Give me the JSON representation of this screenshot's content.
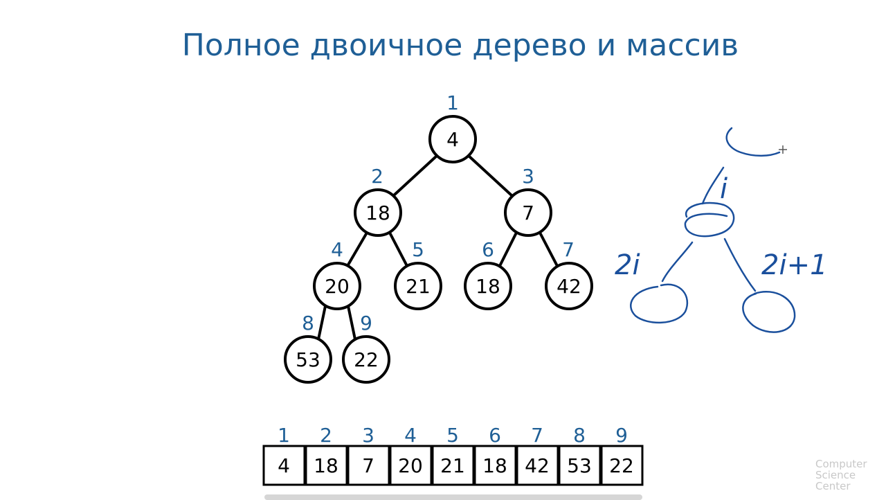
{
  "title": "Полное двоичное дерево и массив",
  "tree": {
    "nodes": [
      {
        "index": "1",
        "value": "4"
      },
      {
        "index": "2",
        "value": "18"
      },
      {
        "index": "3",
        "value": "7"
      },
      {
        "index": "4",
        "value": "20"
      },
      {
        "index": "5",
        "value": "21"
      },
      {
        "index": "6",
        "value": "18"
      },
      {
        "index": "7",
        "value": "42"
      },
      {
        "index": "8",
        "value": "53"
      },
      {
        "index": "9",
        "value": "22"
      }
    ]
  },
  "array": {
    "indices": [
      "1",
      "2",
      "3",
      "4",
      "5",
      "6",
      "7",
      "8",
      "9"
    ],
    "values": [
      "4",
      "18",
      "7",
      "20",
      "21",
      "18",
      "42",
      "53",
      "22"
    ]
  },
  "sketch": {
    "parent_label": "i",
    "left_child_label": "2i",
    "right_child_label": "2i+1"
  },
  "watermark": {
    "line1": "Computer",
    "line2": "Science",
    "line3": "Center"
  },
  "colors": {
    "title": "#1f5f96",
    "index": "#1f5f96",
    "handwriting": "#1a4f9c"
  }
}
